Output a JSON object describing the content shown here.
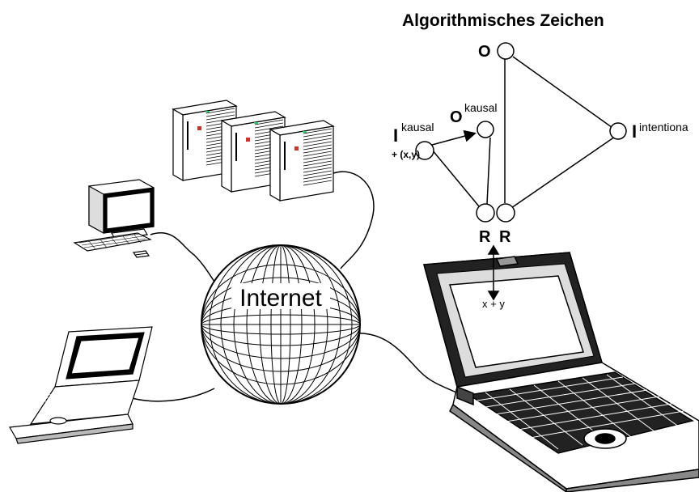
{
  "title": "Algorithmisches Zeichen",
  "internet_label": "Internet",
  "nodes": {
    "o_main": {
      "main": "O",
      "sup": ""
    },
    "o_kausal": {
      "main": "O",
      "sup": "kausal"
    },
    "i_kausal": {
      "main": "I",
      "sup": "kausal",
      "sub": "+ (x,y)"
    },
    "i_intentional": {
      "main": "I",
      "sup": "intentiona"
    },
    "r_left": {
      "main": "R"
    },
    "r_right": {
      "main": "R"
    }
  },
  "screen_text": "x + y",
  "icons": [
    "server-icon",
    "desktop-computer-icon",
    "laptop-icon",
    "globe-icon"
  ]
}
